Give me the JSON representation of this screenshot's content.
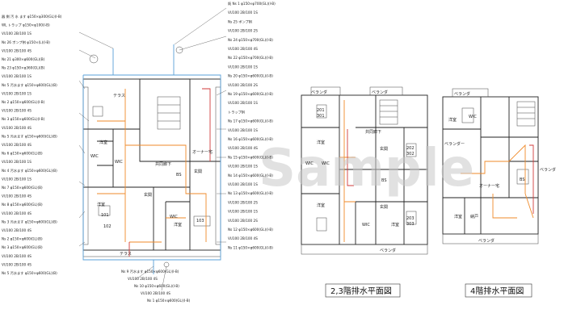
{
  "watermark": "Sample",
  "captions": {
    "floor23": "2,3階排水平面図",
    "floor4": "4階排水平面図"
  },
  "colors": {
    "orange": "#ef8a2a",
    "blue": "#5aa0d8",
    "red": "#d23a3a"
  },
  "left_labels": [
    {
      "text": "器 側 汚 水 ます  φ150×φ300(GL)(I-B)"
    },
    {
      "text": "WL トラップ  φ150×φ100(I-B)"
    },
    {
      "text": "VU100 2B/100 1S"
    },
    {
      "text": "Ns 26 ポンプ桝  φ150×(L)(I-B)"
    },
    {
      "text": "VU100 2B/100 4S"
    },
    {
      "text": "Ns 21  φ300×φ600(GL)(B)"
    },
    {
      "text": "Ns 23  φ150×φ360(GL)(B)"
    },
    {
      "text": "VU100 2B/100 1S"
    },
    {
      "text": "Ns 5 汚水ます  φ150×φ600(GL)(B)"
    },
    {
      "text": "VU100 2B/100 1S"
    },
    {
      "text": "Ns 2  φ150×φ600(GL)(I-B)"
    },
    {
      "text": "VU100 2B/100 4S"
    },
    {
      "text": "Ns 3  φ150×φ600(GL)(I-B)"
    },
    {
      "text": "VU100 2B/100 4S"
    },
    {
      "text": "Ns 5 汚水ます  φ150×φ600(GL)(B)"
    },
    {
      "text": "VU100 2B/100 4S"
    },
    {
      "text": "Ns 6  φ150×φ600(GL)(B)"
    },
    {
      "text": "VU100 2B/100 1S"
    },
    {
      "text": "Ns 4 汚水ます  φ150×φ600(GL)(B)"
    },
    {
      "text": "VU100 2B/100 1S"
    },
    {
      "text": "Ns 7  φ150×φ600(GL)(B)"
    },
    {
      "text": "VU100 2B/100 4S"
    },
    {
      "text": "Ns 8  φ150×φ600(GL)(B)"
    },
    {
      "text": "VU100 2B/100 4S"
    },
    {
      "text": "Ns 3 汚水ます  φ150×φ600(GL)(B)"
    },
    {
      "text": "VU100 2B/100 4S"
    },
    {
      "text": "Ns 2  φ150×φ600(GL)(B)"
    },
    {
      "text": "Ns 3  φ150×φ600(GL)(B)"
    },
    {
      "text": "VU100 2B/100 4S"
    },
    {
      "text": "VU100 2B/100 4S"
    },
    {
      "text": "Ns 5 汚水ます  φ150×φ600(GL)(B)"
    }
  ],
  "right_labels": [
    {
      "text": "既 Ns 1  φ150×φ700(GL)(I-B)"
    },
    {
      "text": "VU100 2B/100 1S"
    },
    {
      "text": "Ns 25 ポンプ桝"
    },
    {
      "text": "VU100 2B/100 2S"
    },
    {
      "text": "Ns 24  φ150×φ700(GL)(I-B)"
    },
    {
      "text": "VU100 2B/100 4S"
    },
    {
      "text": "Ns 22  φ150×φ700(GL)(I-B)"
    },
    {
      "text": "VU100 2B/100 1S"
    },
    {
      "text": "Ns 20  φ150×φ600(GL)(I-B)"
    },
    {
      "text": "VU100 2B/100 2S"
    },
    {
      "text": "Ns 19  φ150×φ600(GL)(I-B)"
    },
    {
      "text": "VU100 2B/100 1S"
    },
    {
      "text": "トラップ桝"
    },
    {
      "text": "Ns 17  φ150×φ600(GL)(I-B)"
    },
    {
      "text": "VU100 2B/100 1S"
    },
    {
      "text": "Ns 16  φ150×φ600(GL)(I-B)"
    },
    {
      "text": "VU100 2B/100 4S"
    },
    {
      "text": "Ns 15  φ150×φ600(GL)(I-B)"
    },
    {
      "text": "VU100 2B/100 1S"
    },
    {
      "text": "Ns 14  φ150×φ600(GL)(I-B)"
    },
    {
      "text": "VU100 2B/100 1S"
    },
    {
      "text": "Ns 13  φ150×φ600(GL)(I-B)"
    },
    {
      "text": "VU100 2B/100 2S"
    },
    {
      "text": "VU100 2B/100 1S"
    },
    {
      "text": "VU100 2B/100 2S"
    },
    {
      "text": "Ns 12  φ150×φ600(GL)(I-B)"
    },
    {
      "text": "VU100 2B/100 4S"
    },
    {
      "text": "Ns 11  φ150×φ600(GL)(I-B)"
    }
  ],
  "bottom_labels": [
    {
      "text": "Ns 9 汚水ます  φ150×φ600(GL)(I-B)"
    },
    {
      "text": "VU100 2B/100 4S"
    },
    {
      "text": "Ns 10  φ150×φ600(GL)(I-B)"
    },
    {
      "text": "VU100 2B/100 4S"
    },
    {
      "text": "Ns 1  φ150×φ600(GL)(I-B)"
    }
  ],
  "plan1_rooms": [
    "テラス",
    "洋室",
    "WIC",
    "WIC",
    "洋室",
    "共同廊下",
    "玄関",
    "BS",
    "玄関",
    "WIC",
    "洋室",
    "テラス",
    "オーナー宅",
    "101",
    "102",
    "103"
  ],
  "plan2_rooms": [
    "ベランダ",
    "ベランダ",
    "ベランダ",
    "洋室",
    "WIC",
    "WIC",
    "共同廊下",
    "玄関",
    "玄関",
    "BS",
    "洋室",
    "WIC",
    "洋室",
    "201",
    "301",
    "202",
    "302",
    "203",
    "303"
  ],
  "plan3_rooms": [
    "ベランダ",
    "ベランダ",
    "ベランダ",
    "洋室",
    "WIC",
    "オーナー宅",
    "BS",
    "洋室",
    "納戸",
    "ベランダー"
  ]
}
